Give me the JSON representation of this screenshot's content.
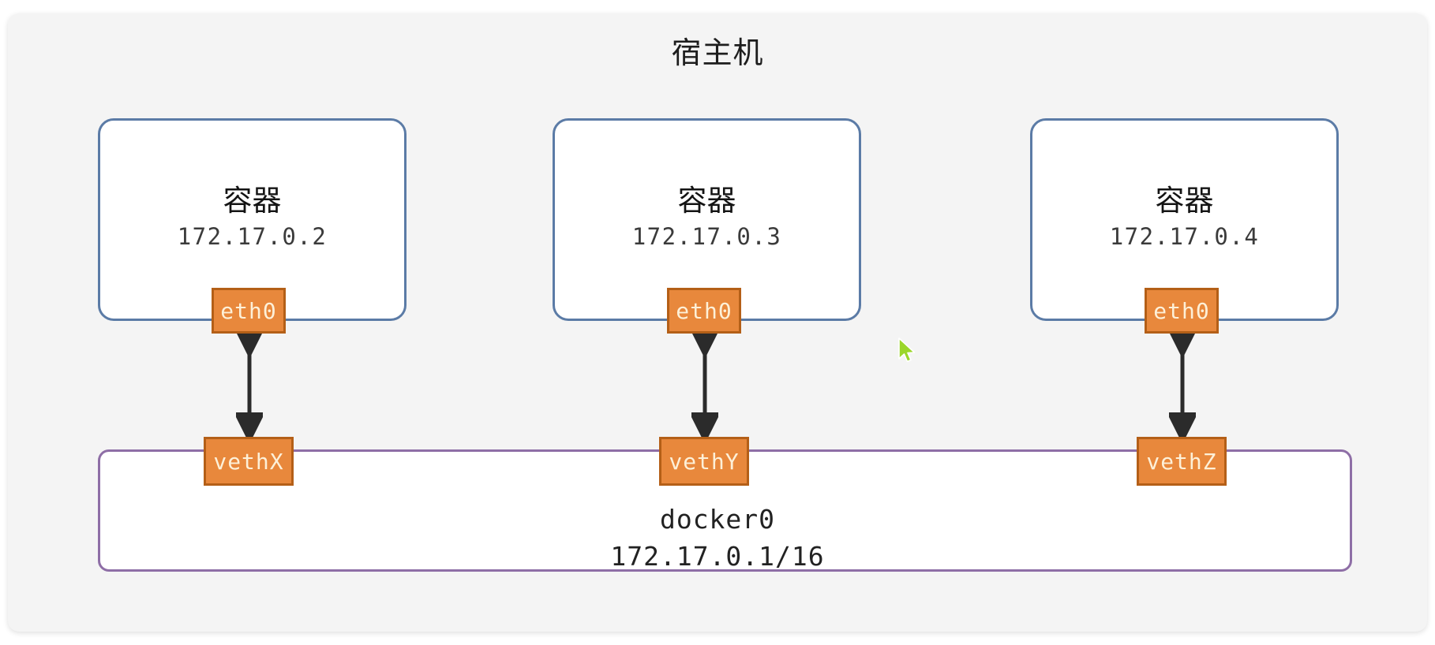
{
  "host": {
    "title": "宿主机",
    "panel_color": "#f4f4f4"
  },
  "containers": [
    {
      "label": "容器",
      "ip": "172.17.0.2",
      "interface": "eth0",
      "veth": "vethX",
      "border_color": "#5b7ba6"
    },
    {
      "label": "容器",
      "ip": "172.17.0.3",
      "interface": "eth0",
      "veth": "vethY",
      "border_color": "#5b7ba6"
    },
    {
      "label": "容器",
      "ip": "172.17.0.4",
      "interface": "eth0",
      "veth": "vethZ",
      "border_color": "#5b7ba6"
    }
  ],
  "bridge": {
    "name": "docker0",
    "cidr": "172.17.0.1/16",
    "border_color": "#8e6ea6"
  },
  "colors": {
    "interface_fill": "#e8883c",
    "interface_border": "#b45f17",
    "interface_text": "#fdf0d8",
    "arrow": "#2b2b2b",
    "cursor": "#9bd62a"
  }
}
